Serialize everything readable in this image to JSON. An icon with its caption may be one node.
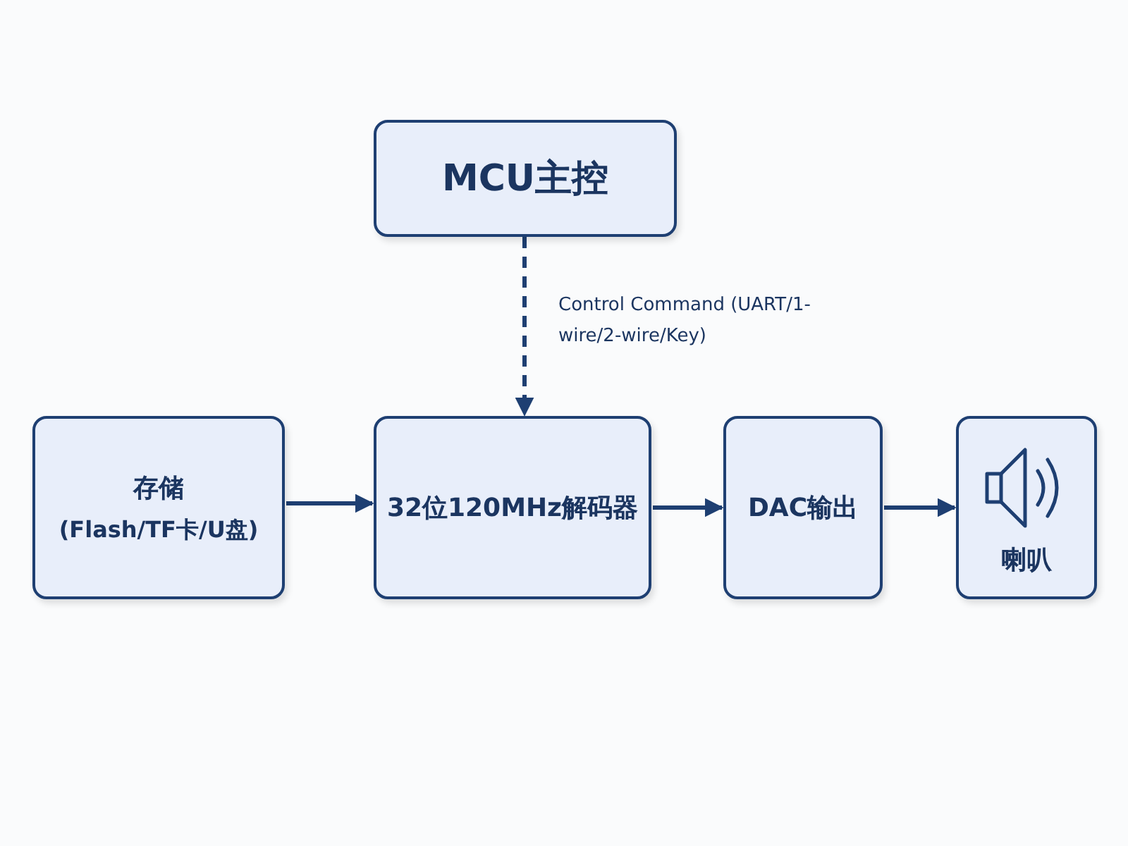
{
  "diagram": {
    "nodes": [
      {
        "text": [
          "MCU主控"
        ]
      },
      {
        "text": [
          "存储",
          "(Flash/TF卡/U盘)"
        ]
      },
      {
        "text": [
          "32位120MHz解码器"
        ]
      },
      {
        "text": [
          "DAC输出"
        ]
      },
      {
        "text": [
          "喇叭"
        ]
      }
    ],
    "edges": [
      {
        "from": 0,
        "to": 2,
        "arrow": "to",
        "style": "dashed",
        "label": "Control Command (UART/1-wire/2-wire/Key)"
      },
      {
        "from": 1,
        "to": 2,
        "arrow": "to"
      },
      {
        "from": 2,
        "to": 3,
        "arrow": "to"
      },
      {
        "from": 3,
        "to": 4,
        "arrow": "to"
      }
    ]
  }
}
